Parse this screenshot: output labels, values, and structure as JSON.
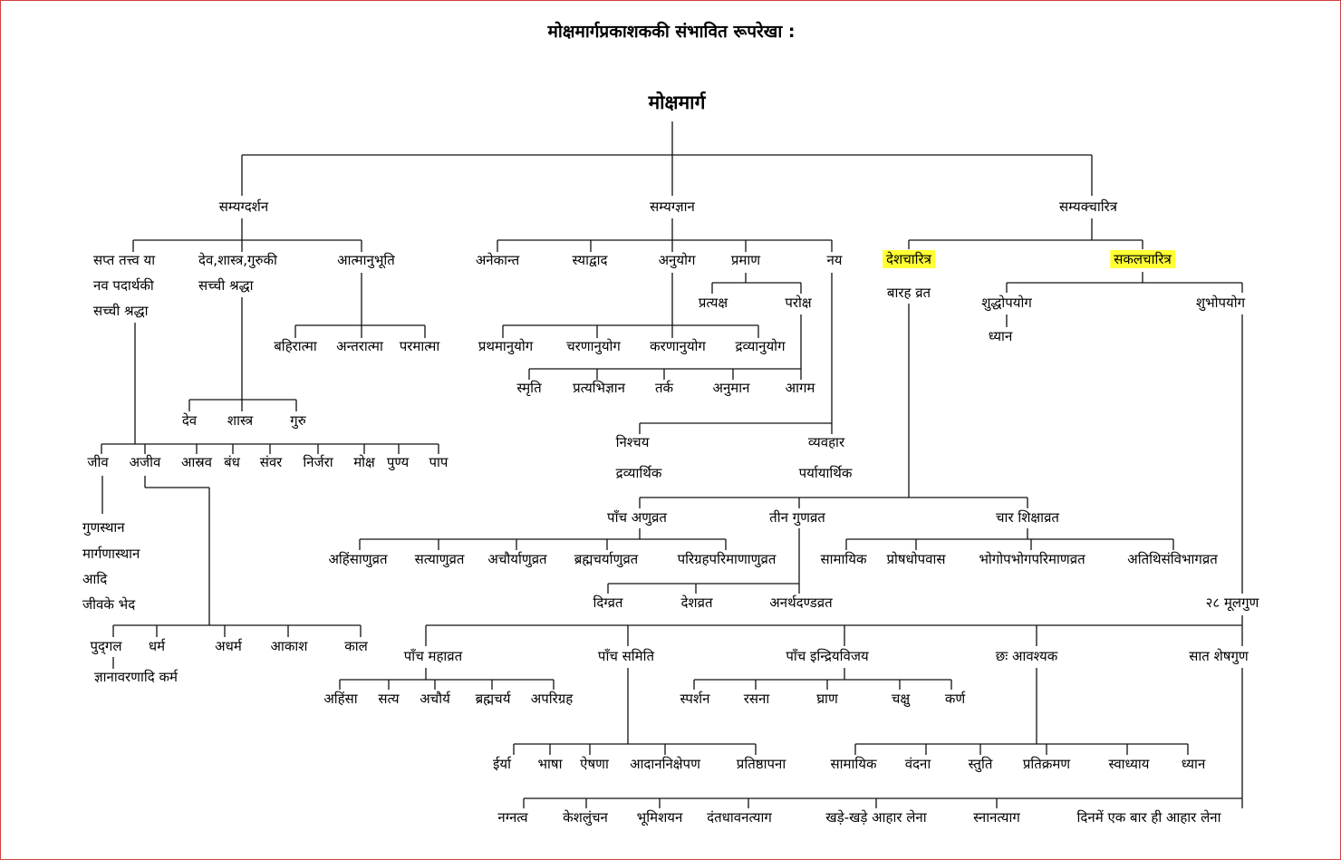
{
  "heading": "मोक्षमार्गप्रकाशककी संभावित रूपरेखा :",
  "root": "मोक्षमार्ग",
  "darshan": {
    "title": "सम्यग्दर्शन",
    "c1": [
      "सप्त तत्त्व या",
      "नव पदार्थकी",
      "सच्ची श्रद्धा"
    ],
    "c2": [
      "देव,शास्त्र,गुरुकी",
      "सच्ची श्रद्धा"
    ],
    "c3": "आत्मानुभूति",
    "atma": [
      "बहिरात्मा",
      "अन्तरात्मा",
      "परमात्मा"
    ],
    "dsg": [
      "देव",
      "शास्त्र",
      "गुरु"
    ],
    "tattva": [
      "जीव",
      "अजीव",
      "आस्रव",
      "बंध",
      "संवर",
      "निर्जरा",
      "मोक्ष",
      "पुण्य",
      "पाप"
    ],
    "jiva_sub": [
      "गुणस्थान",
      "मार्गणास्थान",
      "आदि",
      "जीवके भेद"
    ],
    "ajiva_sub": [
      "पुद्‌गल",
      "धर्म",
      "अधर्म",
      "आकाश",
      "काल"
    ],
    "pudgal_sub": "ज्ञानावरणादि कर्म"
  },
  "gyan": {
    "title": "सम्यग्ज्ञान",
    "children": [
      "अनेकान्त",
      "स्याद्वाद",
      "अनुयोग",
      "प्रमाण",
      "नय"
    ],
    "pramana": [
      "प्रत्यक्ष",
      "परोक्ष"
    ],
    "anuyoga": [
      "प्रथमानुयोग",
      "चरणानुयोग",
      "करणानुयोग",
      "द्रव्यानुयोग"
    ],
    "paroksha": [
      "स्मृति",
      "प्रत्यभिज्ञान",
      "तर्क",
      "अनुमान",
      "आगम"
    ],
    "naya": [
      {
        "name": "निश्चय",
        "sub": "द्रव्यार्थिक"
      },
      {
        "name": "व्यवहार",
        "sub": "पर्यायार्थिक"
      }
    ]
  },
  "charitra": {
    "title": "सम्यक्चारित्र",
    "desh": "देशचारित्र",
    "sakal": "सकलचारित्र",
    "barah": "बारह व्रत",
    "shuddho": "शुद्धोपयोग",
    "dhyana": "ध्यान",
    "shubho": "शुभोपयोग",
    "vrata_groups": [
      "पाँच अणुव्रत",
      "तीन गुणव्रत",
      "चार शिक्षाव्रत"
    ],
    "anuvrata": [
      "अहिंसाणुव्रत",
      "सत्याणुव्रत",
      "अचौर्याणुव्रत",
      "ब्रह्मचर्याणुव्रत",
      "परिग्रहपरिमाणाणुव्रत"
    ],
    "gunavrata": [
      "दिग्व्रत",
      "देशव्रत",
      "अनर्थदण्डव्रत"
    ],
    "shiksha": [
      "सामायिक",
      "प्रोषधोपवास",
      "भोगोपभोगपरिमाणव्रत",
      "अतिथिसंविभागव्रत"
    ],
    "mulaguna": "२८ मूलगुण",
    "mula_groups": [
      "पाँच महाव्रत",
      "पाँच समिति",
      "पाँच इन्द्रियविजय",
      "छः आवश्यक",
      "सात शेषगुण"
    ],
    "mahavrata": [
      "अहिंसा",
      "सत्य",
      "अचौर्य",
      "ब्रह्मचर्य",
      "अपरिग्रह"
    ],
    "samiti": [
      "ईर्या",
      "भाषा",
      "ऐषणा",
      "आदाननिक्षेपण",
      "प्रतिष्ठापना"
    ],
    "indriya": [
      "स्पर्शन",
      "रसना",
      "घ्राण",
      "चक्षु",
      "कर्ण"
    ],
    "avashyak": [
      "सामायिक",
      "वंदना",
      "स्तुति",
      "प्रतिक्रमण",
      "स्वाध्याय",
      "ध्यान"
    ],
    "shesh": [
      "नग्नत्व",
      "केशलुंचन",
      "भूमिशयन",
      "दंतधावनत्याग",
      "खड़े-खड़े आहार लेना",
      "स्नानत्याग",
      "दिनमें एक बार ही आहार लेना"
    ]
  },
  "colors": {
    "highlight": "#ffff33",
    "line": "#111111",
    "frame": "#d04040"
  }
}
